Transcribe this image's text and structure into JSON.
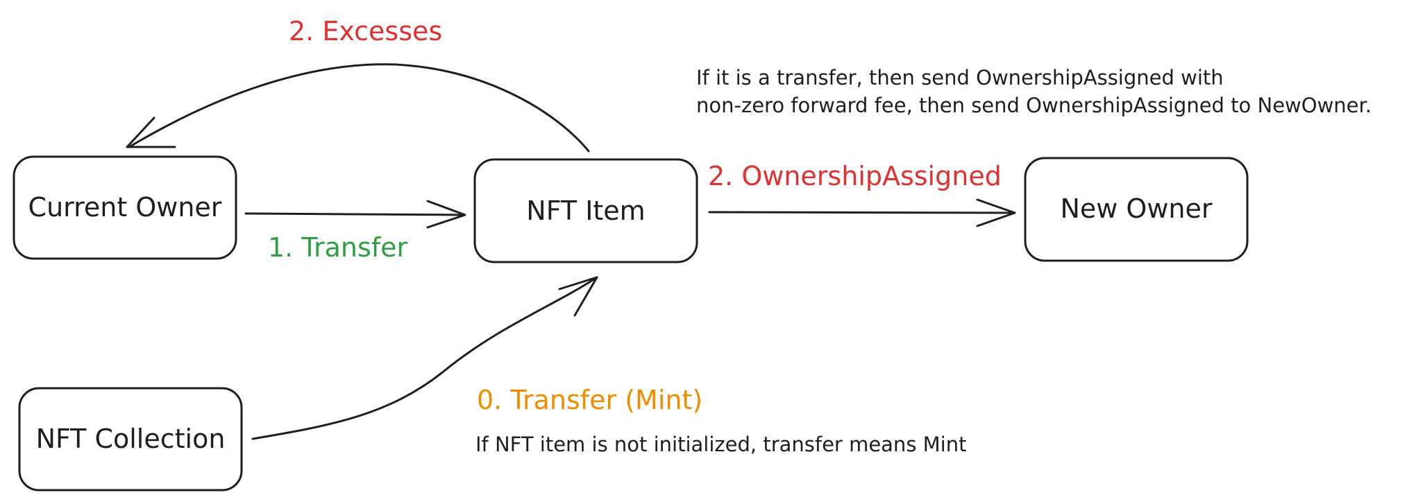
{
  "nodes": {
    "current_owner": {
      "label": "Current Owner",
      "fill": "#b2f2bb"
    },
    "nft_item": {
      "label": "NFT Item",
      "fill": "#a5d8ff"
    },
    "new_owner": {
      "label": "New Owner",
      "fill": "#ffc9c9"
    },
    "nft_collection": {
      "label": "NFT Collection",
      "fill": "#ffec99"
    }
  },
  "edges": {
    "transfer": {
      "label": "1. Transfer",
      "color": "#2f9e44"
    },
    "ownership_assigned": {
      "label": "2. OwnershipAssigned",
      "color": "#e03131"
    },
    "excesses": {
      "label": "2. Excesses",
      "color": "#e03131"
    },
    "mint": {
      "label": "0. Transfer (Mint)",
      "color": "#f08c00"
    }
  },
  "notes": {
    "transfer_line1": "If it is a transfer, then send OwnershipAssigned with",
    "transfer_line2": "non-zero forward fee, then send OwnershipAssigned to NewOwner.",
    "mint": "If NFT item is not initialized, transfer means Mint"
  }
}
